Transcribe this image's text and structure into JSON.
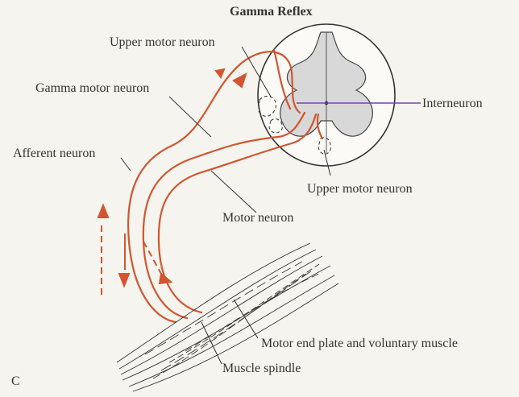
{
  "diagram": {
    "title": "Gamma Reflex",
    "panel_letter": "C",
    "labels": {
      "upper_motor_neuron_top": "Upper motor neuron",
      "gamma_motor_neuron": "Gamma motor neuron",
      "afferent_neuron": "Afferent neuron",
      "interneuron": "Interneuron",
      "upper_motor_neuron_bottom": "Upper motor neuron",
      "motor_neuron": "Motor neuron",
      "motor_end_plate": "Motor end plate and voluntary muscle",
      "muscle_spindle": "Muscle spindle"
    },
    "colors": {
      "nerve": "#d2552f",
      "leader": "#333333",
      "interneuron_line": "#7a3fb0",
      "grey_matter": "#d8d8d8",
      "background": "#f6f4ef"
    }
  }
}
